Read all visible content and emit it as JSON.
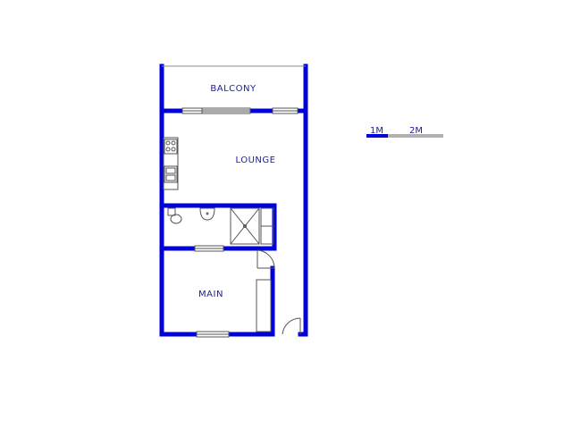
{
  "colors": {
    "wall": "#0000dd",
    "fixture": "#555555",
    "label": "#1a1aa8",
    "scale_primary": "#0000dd",
    "scale_secondary": "#b0b0b0"
  },
  "rooms": {
    "balcony": "BALCONY",
    "lounge": "LOUNGE",
    "main": "MAIN"
  },
  "scale": {
    "label_1": "1M",
    "label_2": "2M"
  }
}
